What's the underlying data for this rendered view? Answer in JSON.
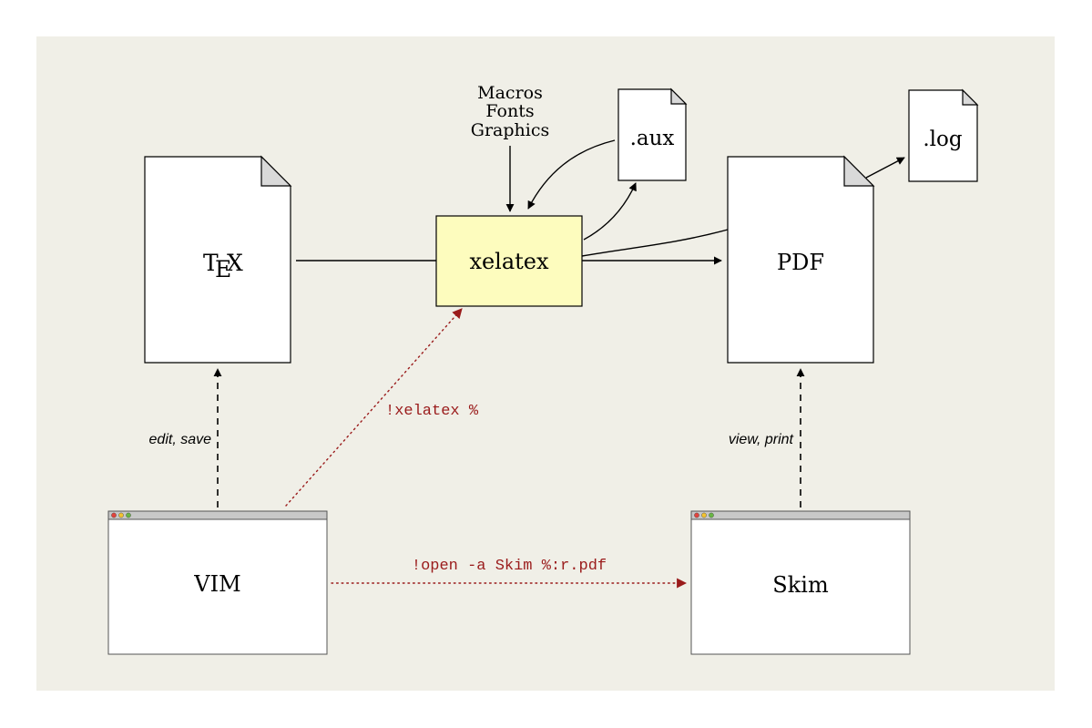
{
  "colors": {
    "panel_bg": "#f0efe7",
    "compiler_fill": "#fdfcbe",
    "command_red": "#9a1b1b",
    "page_fold": "#d9d9d9",
    "window_bar": "#c8c8c8",
    "dot_red": "#e0443e",
    "dot_yellow": "#f2c230",
    "dot_green": "#69b545"
  },
  "inputs": {
    "line1": "Macros",
    "line2": "Fonts",
    "line3": "Graphics"
  },
  "nodes": {
    "tex": {
      "label_T": "T",
      "label_E": "E",
      "label_X": "X"
    },
    "xelatex": {
      "label": "xelatex"
    },
    "pdf": {
      "label": "PDF"
    },
    "aux": {
      "label": ".aux"
    },
    "log": {
      "label": ".log"
    },
    "vim": {
      "label": "VIM"
    },
    "skim": {
      "label": "Skim"
    }
  },
  "edges": {
    "edit_save": "edit, save",
    "view_print": "view, print",
    "xelatex_cmd": "!xelatex %",
    "open_cmd": "!open -a Skim %:r.pdf"
  }
}
